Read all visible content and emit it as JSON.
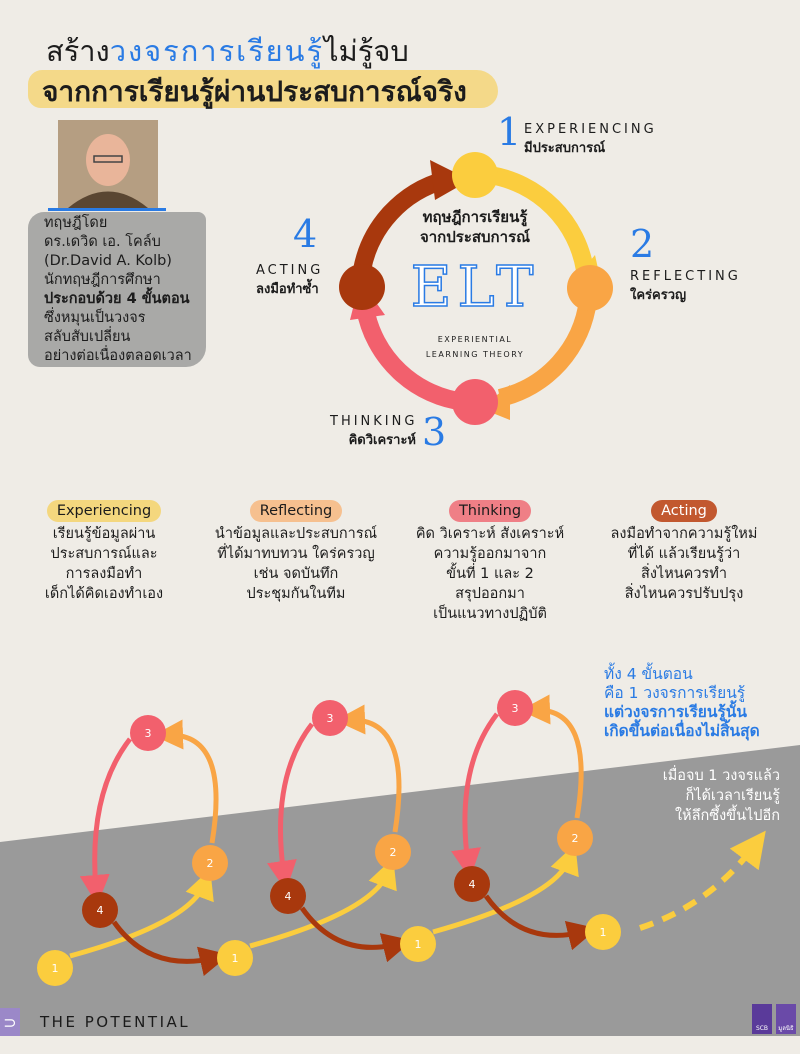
{
  "title": {
    "line1_prefix": "สร้าง",
    "line1_highlight": "วงจรการเรียนรู้",
    "line1_suffix": "ไม่รู้จบ",
    "line2": "จากการเรียนรู้ผ่านประสบการณ์จริง"
  },
  "bio": {
    "lines": [
      "ทฤษฎีโดย",
      "ดร.เดวิด เอ. โคล์บ",
      "(Dr.David A. Kolb)",
      "นักทฤษฎีการศึกษา"
    ],
    "bold_line": "ประกอบด้วย 4 ขั้นตอน",
    "lines2": [
      "ซึ่งหมุนเป็นวงจร",
      "สลับสับเปลี่ยน",
      "อย่างต่อเนื่องตลอดเวลา"
    ]
  },
  "cycle": {
    "center_title": [
      "ทฤษฎีการเรียนรู้",
      "จากประสบการณ์"
    ],
    "acronym": "ELT",
    "subtitle": [
      "EXPERIENTIAL",
      "LEARNING THEORY"
    ],
    "stages": [
      {
        "num": "1",
        "en": "EXPERIENCING",
        "th": "มีประสบการณ์",
        "color": "#fbcd3e"
      },
      {
        "num": "2",
        "en": "REFLECTING",
        "th": "ใคร่ครวญ",
        "color": "#f9a545"
      },
      {
        "num": "3",
        "en": "THINKING",
        "th": "คิดวิเคราะห์",
        "color": "#f2606d"
      },
      {
        "num": "4",
        "en": "ACTING",
        "th": "ลงมือทำซ้ำ",
        "color": "#a8380d"
      }
    ]
  },
  "columns": [
    {
      "label": "Experiencing",
      "color": "#f4d77e",
      "text_color": "#222",
      "lines": [
        "เรียนรู้ข้อมูลผ่าน",
        "ประสบการณ์และ",
        "การลงมือทำ",
        "เด็กได้คิดเองทำเอง"
      ]
    },
    {
      "label": "Reflecting",
      "color": "#f6c08f",
      "text_color": "#222",
      "lines": [
        "นำข้อมูลและประสบการณ์",
        "ที่ได้มาทบทวน ใคร่ครวญ",
        "เช่น จดบันทึก",
        "ประชุมกันในทีม"
      ]
    },
    {
      "label": "Thinking",
      "color": "#ef7f86",
      "text_color": "#222",
      "lines": [
        "คิด วิเคราะห์ สังเคราะห์",
        "ความรู้ออกมาจาก",
        "ขั้นที่ 1 และ 2",
        "สรุปออกมา",
        "เป็นแนวทางปฏิบัติ"
      ]
    },
    {
      "label": "Acting",
      "color": "#c2582f",
      "text_color": "#fff",
      "lines": [
        "ลงมือทำจากความรู้ใหม่",
        "ที่ได้ แล้วเรียนรู้ว่า",
        "สิ่งไหนควรทำ",
        "สิ่งไหนควรปรับปรุง"
      ]
    }
  ],
  "summary": {
    "lines": [
      "ทั้ง 4 ขั้นตอน",
      "คือ 1 วงจรการเรียนรู้"
    ],
    "bold_lines": [
      "แต่วงจรการเรียนรู้นั้น",
      "เกิดขึ้นต่อเนื่องไม่สิ้นสุด"
    ]
  },
  "gray_note": [
    "เมื่อจบ 1 วงจรแล้ว",
    "ก็ได้เวลาเรียนรู้",
    "ให้ลึกซึ้งขึ้นไปอีก"
  ],
  "spiral": {
    "n1": "1",
    "n2": "2",
    "n3": "3",
    "n4": "4"
  },
  "brand": {
    "name": "THE POTENTIAL",
    "sponsor1": "SCB",
    "sponsor2": "มูลนิธิ"
  }
}
